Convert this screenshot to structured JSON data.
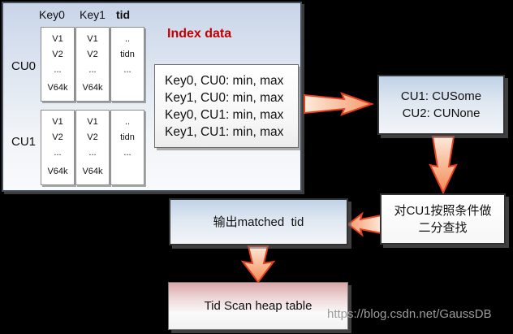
{
  "index_panel": {
    "title": "Index data",
    "headers": [
      "Key0",
      "Key1",
      "tid"
    ],
    "groups": [
      {
        "label": "CU0",
        "col1": [
          "V1",
          "V2",
          "...",
          "V64k"
        ],
        "col2": [
          "V1",
          "V2",
          "...",
          "V64k"
        ],
        "col3": [
          "..",
          "tidn",
          "..."
        ]
      },
      {
        "label": "CU1",
        "col1": [
          "V1",
          "V2",
          "...",
          "V64k"
        ],
        "col2": [
          "V1",
          "V2",
          "...",
          "V64k"
        ],
        "col3": [
          "..",
          "tidn",
          "..."
        ]
      }
    ],
    "minmax": [
      "Key0, CU0: min, max",
      "Key1, CU0: min, max",
      "Key0, CU1: min, max",
      "Key1, CU1: min, max"
    ]
  },
  "nodes": {
    "cu_result_line1": "CU1: CUSome",
    "cu_result_line2": "CU2: CUNone",
    "binary_line1": "对CU1按照条件做",
    "binary_line2": "二分查找",
    "matched": "输出matched  tid",
    "tid_scan": "Tid Scan heap table"
  },
  "watermark": "https://blog.csdn.net/GaussDB",
  "colors": {
    "background": "#000000",
    "accent_red": "#c00000",
    "arrow_stroke": "#e6401e",
    "panel_top": "#c9d5e8",
    "node_top": "#c0d2e8",
    "heap_top": "#d9a7a7"
  }
}
